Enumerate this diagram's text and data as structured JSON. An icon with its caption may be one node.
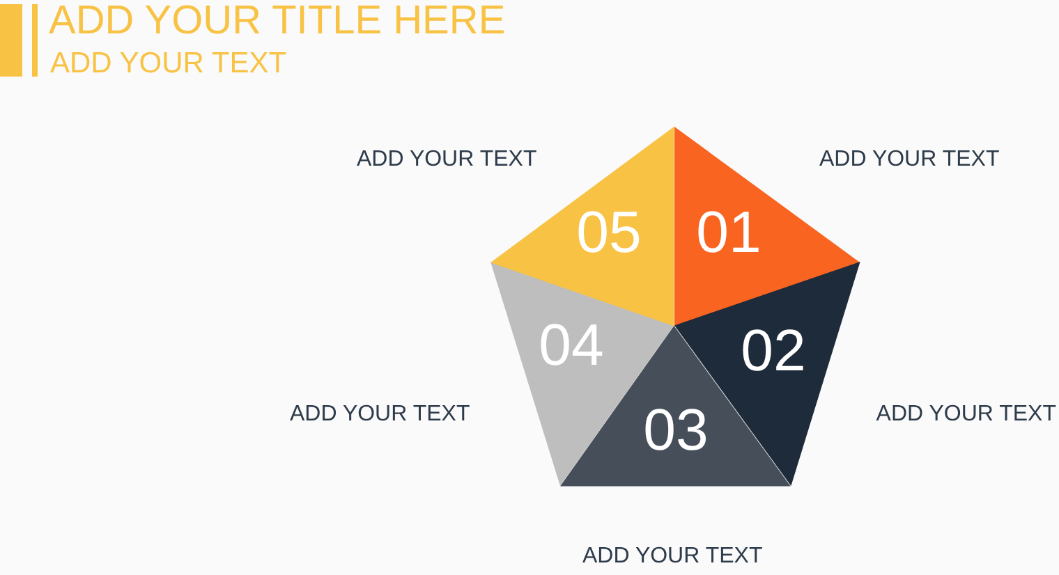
{
  "diagram": {
    "title": "ADD YOUR TITLE HERE",
    "nodes": [
      {
        "text": [
          "01"
        ],
        "beside": [
          "ADD YOUR TEXT"
        ]
      },
      {
        "text": [
          "02"
        ],
        "beside": [
          "ADD YOUR TEXT"
        ]
      },
      {
        "text": [
          "03"
        ],
        "beside": [
          "ADD YOUR TEXT"
        ]
      },
      {
        "text": [
          "04"
        ],
        "beside": [
          "ADD YOUR TEXT"
        ]
      },
      {
        "text": [
          "05"
        ],
        "beside": [
          "ADD YOUR TEXT"
        ]
      }
    ],
    "labels": [
      "ADD YOUR TEXT"
    ]
  }
}
